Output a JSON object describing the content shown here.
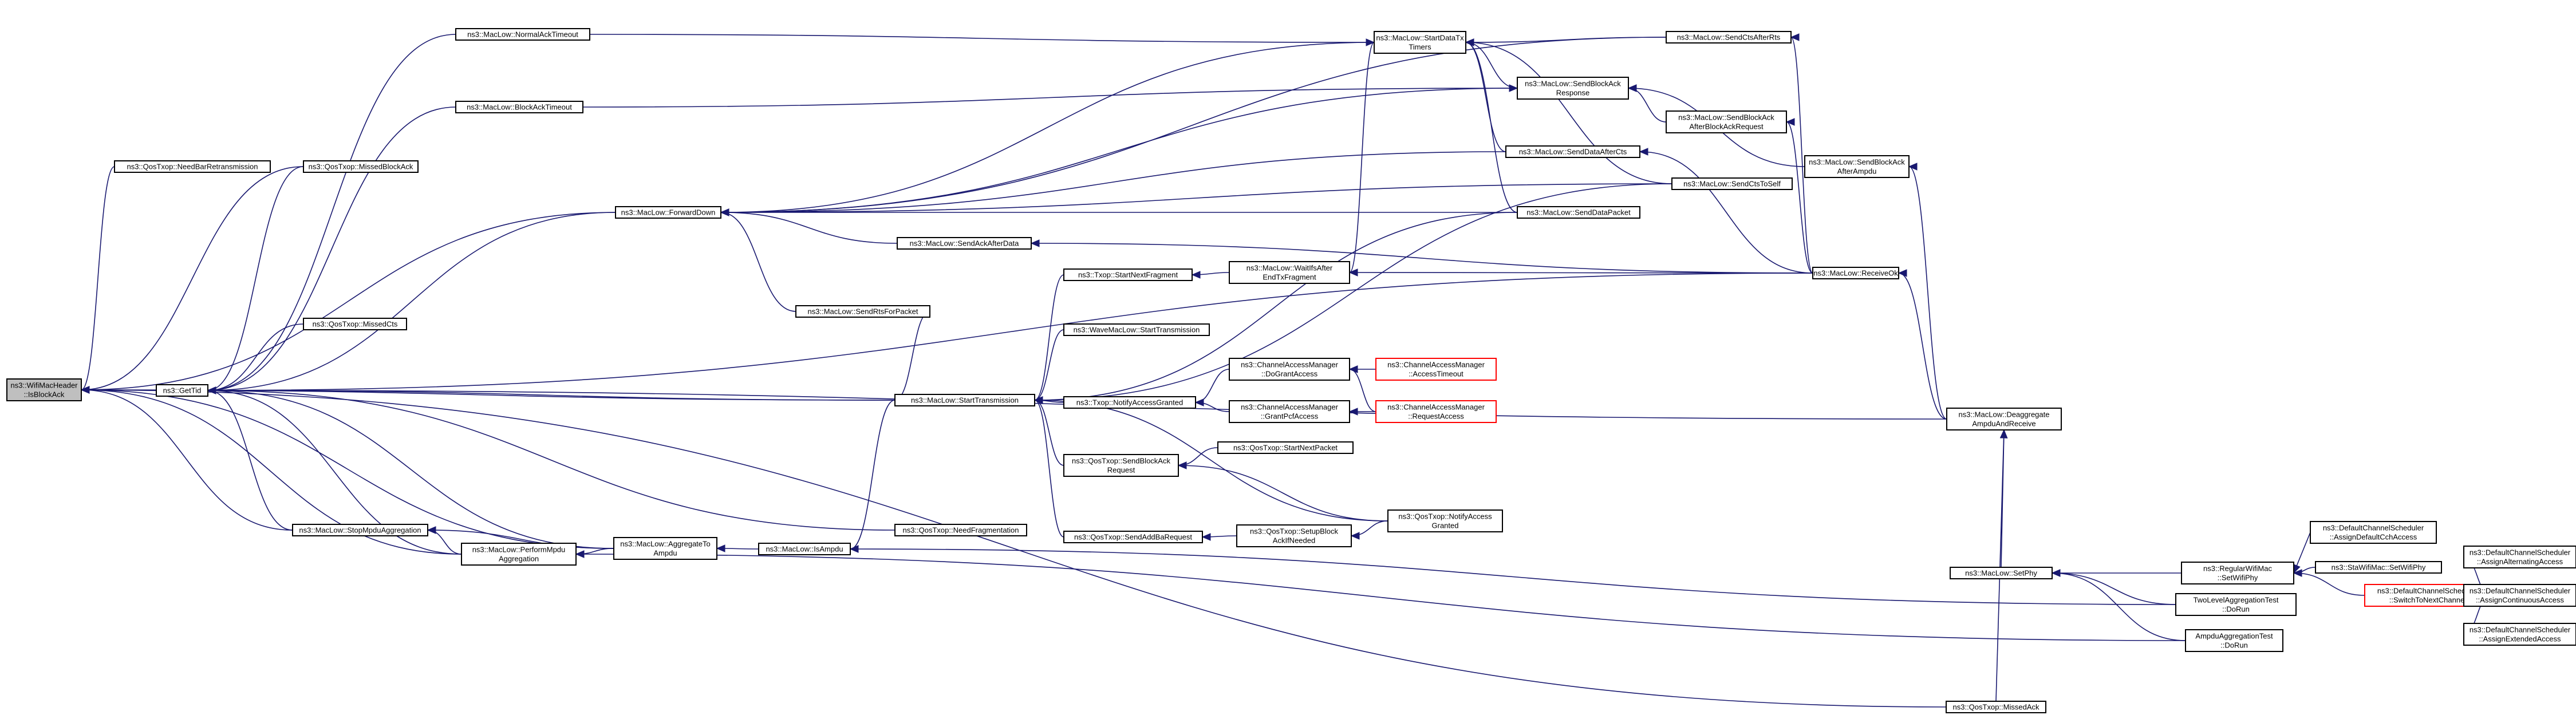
{
  "nodes": [
    {
      "id": "root",
      "lines": [
        "ns3::WifiMacHeader",
        "::IsBlockAck"
      ],
      "root": true
    },
    {
      "id": "gettid",
      "lines": [
        "ns3::GetTid"
      ]
    },
    {
      "id": "needbar",
      "lines": [
        "ns3::QosTxop::NeedBarRetransmission"
      ]
    },
    {
      "id": "missedba",
      "lines": [
        "ns3::QosTxop::MissedBlockAck"
      ]
    },
    {
      "id": "missedcts",
      "lines": [
        "ns3::QosTxop::MissedCts"
      ]
    },
    {
      "id": "normalacktimeout",
      "lines": [
        "ns3::MacLow::NormalAckTimeout"
      ]
    },
    {
      "id": "blockacktimeout",
      "lines": [
        "ns3::MacLow::BlockAckTimeout"
      ]
    },
    {
      "id": "forwarddown",
      "lines": [
        "ns3::MacLow::ForwardDown"
      ]
    },
    {
      "id": "sendrtsforpacket",
      "lines": [
        "ns3::MacLow::SendRtsForPacket"
      ]
    },
    {
      "id": "stopmpdu",
      "lines": [
        "ns3::MacLow::StopMpduAggregation"
      ]
    },
    {
      "id": "performmpdu",
      "lines": [
        "ns3::MacLow::PerformMpdu",
        "Aggregation"
      ]
    },
    {
      "id": "aggregatetoampdu",
      "lines": [
        "ns3::MacLow::AggregateTo",
        "Ampdu"
      ]
    },
    {
      "id": "isampdu",
      "lines": [
        "ns3::MacLow::IsAmpdu"
      ]
    },
    {
      "id": "sendackafterdata",
      "lines": [
        "ns3::MacLow::SendAckAfterData"
      ]
    },
    {
      "id": "starttransmission",
      "lines": [
        "ns3::MacLow::StartTransmission"
      ]
    },
    {
      "id": "needfrag",
      "lines": [
        "ns3::QosTxop::NeedFragmentation"
      ]
    },
    {
      "id": "startnextfragment",
      "lines": [
        "ns3::Txop::StartNextFragment"
      ]
    },
    {
      "id": "wavestarttx",
      "lines": [
        "ns3::WaveMacLow::StartTransmission"
      ]
    },
    {
      "id": "notifyaccessgranted",
      "lines": [
        "ns3::Txop::NotifyAccessGranted"
      ]
    },
    {
      "id": "sendblockackreq",
      "lines": [
        "ns3::QosTxop::SendBlockAck",
        "Request"
      ]
    },
    {
      "id": "sendaddbareq",
      "lines": [
        "ns3::QosTxop::SendAddBaRequest"
      ]
    },
    {
      "id": "waitifsafter",
      "lines": [
        "ns3::MacLow::WaitIfsAfter",
        "EndTxFragment"
      ]
    },
    {
      "id": "cam_dogrant",
      "lines": [
        "ns3::ChannelAccessManager",
        "::DoGrantAccess"
      ]
    },
    {
      "id": "cam_grantpcf",
      "lines": [
        "ns3::ChannelAccessManager",
        "::GrantPcfAccess"
      ]
    },
    {
      "id": "startnextpacket",
      "lines": [
        "ns3::QosTxop::StartNextPacket"
      ]
    },
    {
      "id": "setupblockack",
      "lines": [
        "ns3::QosTxop::SetupBlock",
        "AckIfNeeded"
      ]
    },
    {
      "id": "startdatatxtimers",
      "lines": [
        "ns3::MacLow::StartDataTx",
        "Timers"
      ]
    },
    {
      "id": "cam_accesstimeout",
      "lines": [
        "ns3::ChannelAccessManager",
        "::AccessTimeout"
      ],
      "red": true
    },
    {
      "id": "cam_requestaccess",
      "lines": [
        "ns3::ChannelAccessManager",
        "::RequestAccess"
      ],
      "red": true
    },
    {
      "id": "qos_notifyaccessgranted",
      "lines": [
        "ns3::QosTxop::NotifyAccess",
        "Granted"
      ]
    },
    {
      "id": "sendblockackresponse",
      "lines": [
        "ns3::MacLow::SendBlockAck",
        "Response"
      ]
    },
    {
      "id": "sendctsafterrts",
      "lines": [
        "ns3::MacLow::SendCtsAfterRts"
      ]
    },
    {
      "id": "senddataafterctsnode",
      "lines": [
        "ns3::MacLow::SendDataAfterCts"
      ]
    },
    {
      "id": "sendctstoself",
      "lines": [
        "ns3::MacLow::SendCtsToSelf"
      ]
    },
    {
      "id": "senddatapacket",
      "lines": [
        "ns3::MacLow::SendDataPacket"
      ]
    },
    {
      "id": "sendbaafterbar",
      "lines": [
        "ns3::MacLow::SendBlockAck",
        "AfterBlockAckRequest"
      ]
    },
    {
      "id": "sendbaafterampdu",
      "lines": [
        "ns3::MacLow::SendBlockAck",
        "AfterAmpdu"
      ]
    },
    {
      "id": "receiveok",
      "lines": [
        "ns3::MacLow::ReceiveOk"
      ]
    },
    {
      "id": "deaggregate",
      "lines": [
        "ns3::MacLow::Deaggregate",
        "AmpduAndReceive"
      ]
    },
    {
      "id": "setphy",
      "lines": [
        "ns3::MacLow::SetPhy"
      ]
    },
    {
      "id": "qos_missedack",
      "lines": [
        "ns3::QosTxop::MissedAck"
      ]
    },
    {
      "id": "regularsetwifiphy",
      "lines": [
        "ns3::RegularWifiMac",
        "::SetWifiPhy"
      ]
    },
    {
      "id": "twoleveltest",
      "lines": [
        "TwoLevelAggregationTest",
        "::DoRun"
      ]
    },
    {
      "id": "ampduaggtest",
      "lines": [
        "AmpduAggregationTest",
        "::DoRun"
      ]
    },
    {
      "id": "stasetwifiphy",
      "lines": [
        "ns3::StaWifiMac::SetWifiPhy"
      ]
    },
    {
      "id": "dcs_assigndefault",
      "lines": [
        "ns3::DefaultChannelScheduler",
        "::AssignDefaultCchAccess"
      ]
    },
    {
      "id": "dcs_switchtonext",
      "lines": [
        "ns3::DefaultChannelScheduler",
        "::SwitchToNextChannel"
      ],
      "red": true
    },
    {
      "id": "dcs_assignalternating",
      "lines": [
        "ns3::DefaultChannelScheduler",
        "::AssignAlternatingAccess"
      ]
    },
    {
      "id": "dcs_assigncontinuous",
      "lines": [
        "ns3::DefaultChannelScheduler",
        "::AssignContinuousAccess"
      ]
    },
    {
      "id": "dcs_assignextended",
      "lines": [
        "ns3::DefaultChannelScheduler",
        "::AssignExtendedAccess"
      ]
    }
  ],
  "edges": [
    [
      "gettid",
      "root"
    ],
    [
      "needbar",
      "root"
    ],
    [
      "missedba",
      "root"
    ],
    [
      "forwarddown",
      "root"
    ],
    [
      "starttransmission",
      "root"
    ],
    [
      "stopmpdu",
      "root"
    ],
    [
      "performmpdu",
      "root"
    ],
    [
      "aggregatetoampdu",
      "root"
    ],
    [
      "qos_missedack",
      "root"
    ],
    [
      "missedba",
      "gettid"
    ],
    [
      "missedcts",
      "gettid"
    ],
    [
      "normalacktimeout",
      "gettid"
    ],
    [
      "blockacktimeout",
      "gettid"
    ],
    [
      "forwarddown",
      "gettid"
    ],
    [
      "stopmpdu",
      "gettid"
    ],
    [
      "performmpdu",
      "gettid"
    ],
    [
      "aggregatetoampdu",
      "gettid"
    ],
    [
      "starttransmission",
      "gettid"
    ],
    [
      "needfrag",
      "gettid"
    ],
    [
      "receiveok",
      "gettid"
    ],
    [
      "deaggregate",
      "gettid"
    ],
    [
      "normalacktimeout",
      "startdatatxtimers"
    ],
    [
      "blockacktimeout",
      "sendblockackresponse"
    ],
    [
      "sendackafterdata",
      "forwarddown"
    ],
    [
      "sendrtsforpacket",
      "forwarddown"
    ],
    [
      "startdatatxtimers",
      "forwarddown"
    ],
    [
      "sendctsafterrts",
      "forwarddown"
    ],
    [
      "senddataafterctsnode",
      "forwarddown"
    ],
    [
      "sendctstoself",
      "forwarddown"
    ],
    [
      "senddatapacket",
      "forwarddown"
    ],
    [
      "sendblockackresponse",
      "forwarddown"
    ],
    [
      "starttransmission",
      "sendrtsforpacket"
    ],
    [
      "performmpdu",
      "stopmpdu"
    ],
    [
      "aggregatetoampdu",
      "stopmpdu"
    ],
    [
      "aggregatetoampdu",
      "performmpdu"
    ],
    [
      "isampdu",
      "aggregatetoampdu"
    ],
    [
      "starttransmission",
      "isampdu"
    ],
    [
      "twoleveltest",
      "isampdu"
    ],
    [
      "receiveok",
      "sendackafterdata"
    ],
    [
      "startnextfragment",
      "starttransmission"
    ],
    [
      "wavestarttx",
      "starttransmission"
    ],
    [
      "notifyaccessgranted",
      "starttransmission"
    ],
    [
      "sendblockackreq",
      "starttransmission"
    ],
    [
      "sendaddbareq",
      "starttransmission"
    ],
    [
      "qos_notifyaccessgranted",
      "starttransmission"
    ],
    [
      "sendctstoself",
      "starttransmission"
    ],
    [
      "senddatapacket",
      "starttransmission"
    ],
    [
      "waitifsafter",
      "startnextfragment"
    ],
    [
      "cam_dogrant",
      "notifyaccessgranted"
    ],
    [
      "cam_grantpcf",
      "notifyaccessgranted"
    ],
    [
      "startnextpacket",
      "sendblockackreq"
    ],
    [
      "qos_notifyaccessgranted",
      "sendblockackreq"
    ],
    [
      "setupblockack",
      "sendaddbareq"
    ],
    [
      "qos_notifyaccessgranted",
      "setupblockack"
    ],
    [
      "startdatatxtimers",
      "waitifsafter"
    ],
    [
      "receiveok",
      "waitifsafter"
    ],
    [
      "cam_accesstimeout",
      "cam_dogrant"
    ],
    [
      "cam_requestaccess",
      "cam_dogrant"
    ],
    [
      "cam_requestaccess",
      "cam_grantpcf"
    ],
    [
      "sendblockackresponse",
      "startdatatxtimers"
    ],
    [
      "senddataafterctsnode",
      "startdatatxtimers"
    ],
    [
      "sendctstoself",
      "startdatatxtimers"
    ],
    [
      "senddatapacket",
      "startdatatxtimers"
    ],
    [
      "sendctsafterrts",
      "startdatatxtimers"
    ],
    [
      "sendbaafterbar",
      "sendblockackresponse"
    ],
    [
      "sendbaafterampdu",
      "sendblockackresponse"
    ],
    [
      "receiveok",
      "sendctsafterrts"
    ],
    [
      "receiveok",
      "senddataafterctsnode"
    ],
    [
      "receiveok",
      "sendbaafterbar"
    ],
    [
      "deaggregate",
      "sendbaafterampdu"
    ],
    [
      "deaggregate",
      "receiveok"
    ],
    [
      "setphy",
      "deaggregate"
    ],
    [
      "regularsetwifiphy",
      "setphy"
    ],
    [
      "twoleveltest",
      "setphy"
    ],
    [
      "ampduaggtest",
      "setphy"
    ],
    [
      "ampduaggtest",
      "performmpdu"
    ],
    [
      "qos_missedack",
      "deaggregate"
    ],
    [
      "stasetwifiphy",
      "regularsetwifiphy"
    ],
    [
      "dcs_assigndefault",
      "regularsetwifiphy"
    ],
    [
      "dcs_switchtonext",
      "regularsetwifiphy"
    ],
    [
      "dcs_assignalternating",
      "dcs_switchtonext"
    ],
    [
      "dcs_assigncontinuous",
      "dcs_switchtonext"
    ],
    [
      "dcs_assignextended",
      "dcs_switchtonext"
    ]
  ]
}
